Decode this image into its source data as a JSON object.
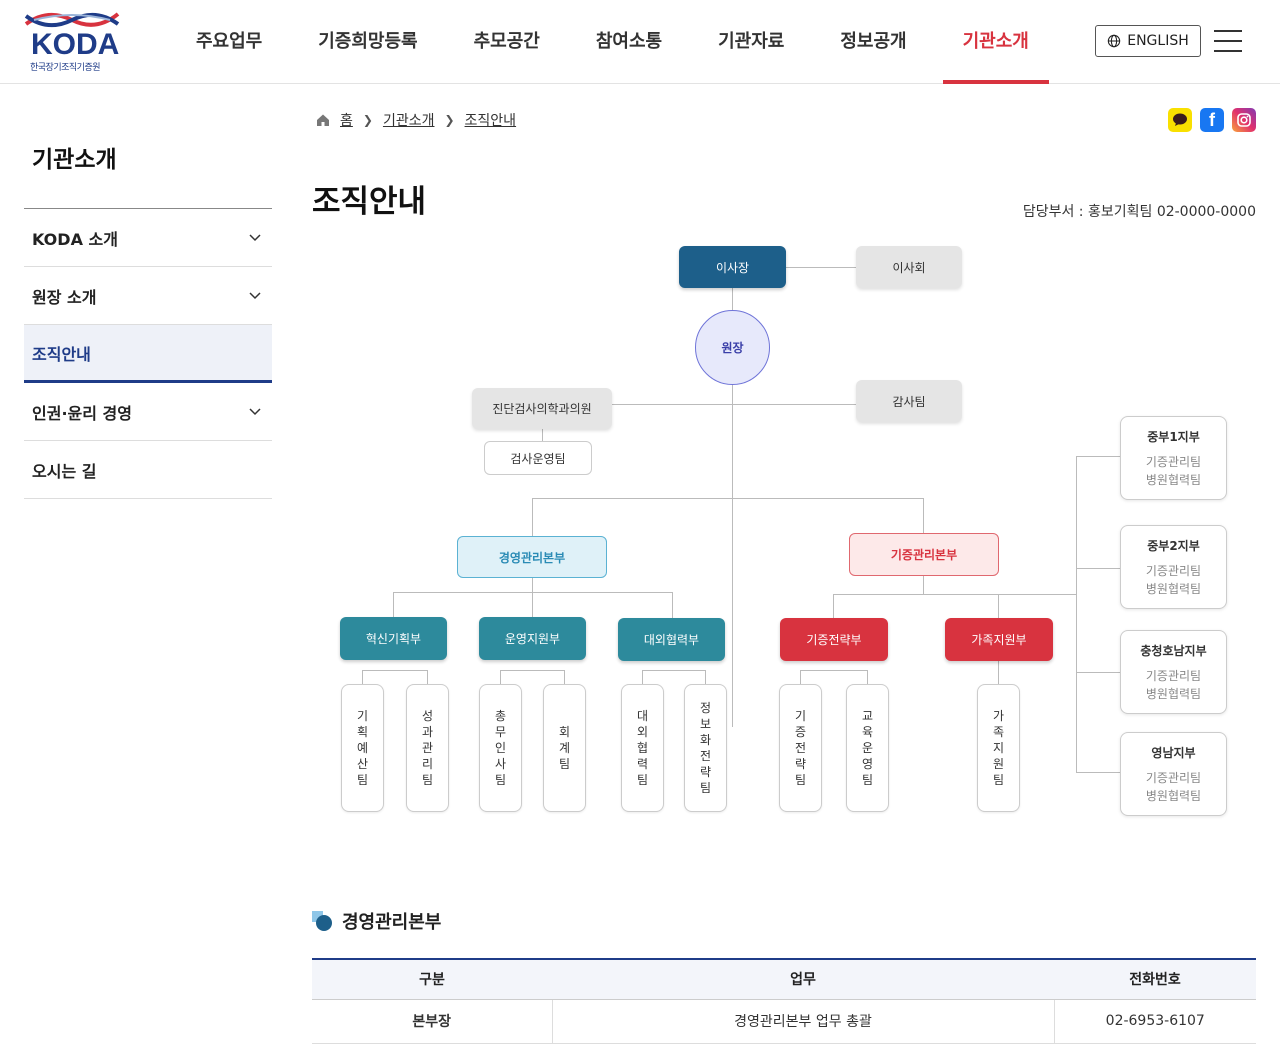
{
  "header": {
    "logo_text": "KODA",
    "logo_sub": "한국장기조직기증원",
    "nav": [
      "주요업무",
      "기증희망등록",
      "추모공간",
      "참여소통",
      "기관자료",
      "정보공개",
      "기관소개"
    ],
    "active_nav": "기관소개",
    "english_button": "ENGLISH"
  },
  "sidebar": {
    "title": "기관소개",
    "items": [
      {
        "label": "KODA 소개",
        "has_sub": true
      },
      {
        "label": "원장 소개",
        "has_sub": true
      },
      {
        "label": "조직안내",
        "has_sub": false,
        "active": true
      },
      {
        "label": "인권·윤리 경영",
        "has_sub": true
      },
      {
        "label": "오시는 길",
        "has_sub": false
      }
    ]
  },
  "breadcrumb": [
    "홈",
    "기관소개",
    "조직안내"
  ],
  "page_title": "조직안내",
  "dept_contact": "담당부서 : 홍보기획팀 02-0000-0000",
  "org": {
    "chairman": "이사장",
    "board": "이사회",
    "director": "원장",
    "audit": "감사팀",
    "clinic": "진단검사의학과의원",
    "lab_team": "검사운영팀",
    "hq_management": "경영관리본부",
    "hq_donation": "기증관리본부",
    "depts": {
      "innovation": "혁신기획부",
      "operation": "운영지원부",
      "external": "대외협력부",
      "strategy": "기증전략부",
      "family": "가족지원부"
    },
    "teams": {
      "t1": "기획예산팀",
      "t2": "성과관리팀",
      "t3": "총무인사팀",
      "t4": "회계팀",
      "t5": "대외협력팀",
      "t6": "정보화전략팀",
      "t7": "기증전략팀",
      "t8": "교육운영팀",
      "t9": "가족지원팀"
    },
    "branches": [
      {
        "name": "중부1지부",
        "teams": [
          "기증관리팀",
          "병원협력팀"
        ]
      },
      {
        "name": "중부2지부",
        "teams": [
          "기증관리팀",
          "병원협력팀"
        ]
      },
      {
        "name": "충청호남지부",
        "teams": [
          "기증관리팀",
          "병원협력팀"
        ]
      },
      {
        "name": "영남지부",
        "teams": [
          "기증관리팀",
          "병원협력팀"
        ]
      }
    ]
  },
  "section": {
    "title": "경영관리본부",
    "table_headers": [
      "구분",
      "업무",
      "전화번호"
    ],
    "rows": [
      {
        "category": "본부장",
        "duty": "경영관리본부 업무 총괄",
        "phone": "02-6953-6107"
      }
    ]
  },
  "colors": {
    "brand_navy": "#1f3c88",
    "accent_red": "#d8333f",
    "teal": "#2d8a9c",
    "ceo_blue": "#1d5f8a"
  }
}
